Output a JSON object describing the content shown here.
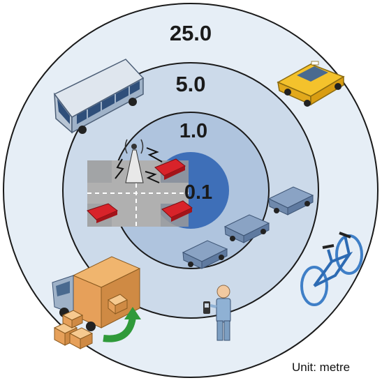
{
  "diagram": {
    "rings": [
      {
        "label": "25.0",
        "color": "#e6eef6"
      },
      {
        "label": "5.0",
        "color": "#ccdaea"
      },
      {
        "label": "1.0",
        "color": "#afc4de"
      },
      {
        "label": "0.1",
        "color": "#3e6fb8"
      }
    ],
    "unit_label": "Unit: metre"
  },
  "colors": {
    "ring_stroke": "#1a1a1a",
    "vehicle_blue": "#7f9bc0",
    "car_red": "#d8232a",
    "taxi_yellow": "#f4c22c",
    "box_orange": "#e6a05a",
    "arrow_green": "#2f9a3a"
  },
  "icons": [
    "bus-icon",
    "taxi-icon",
    "intersection-icon",
    "car-row-icon",
    "bicycle-icon",
    "delivery-truck-icon",
    "person-with-phone-icon"
  ]
}
